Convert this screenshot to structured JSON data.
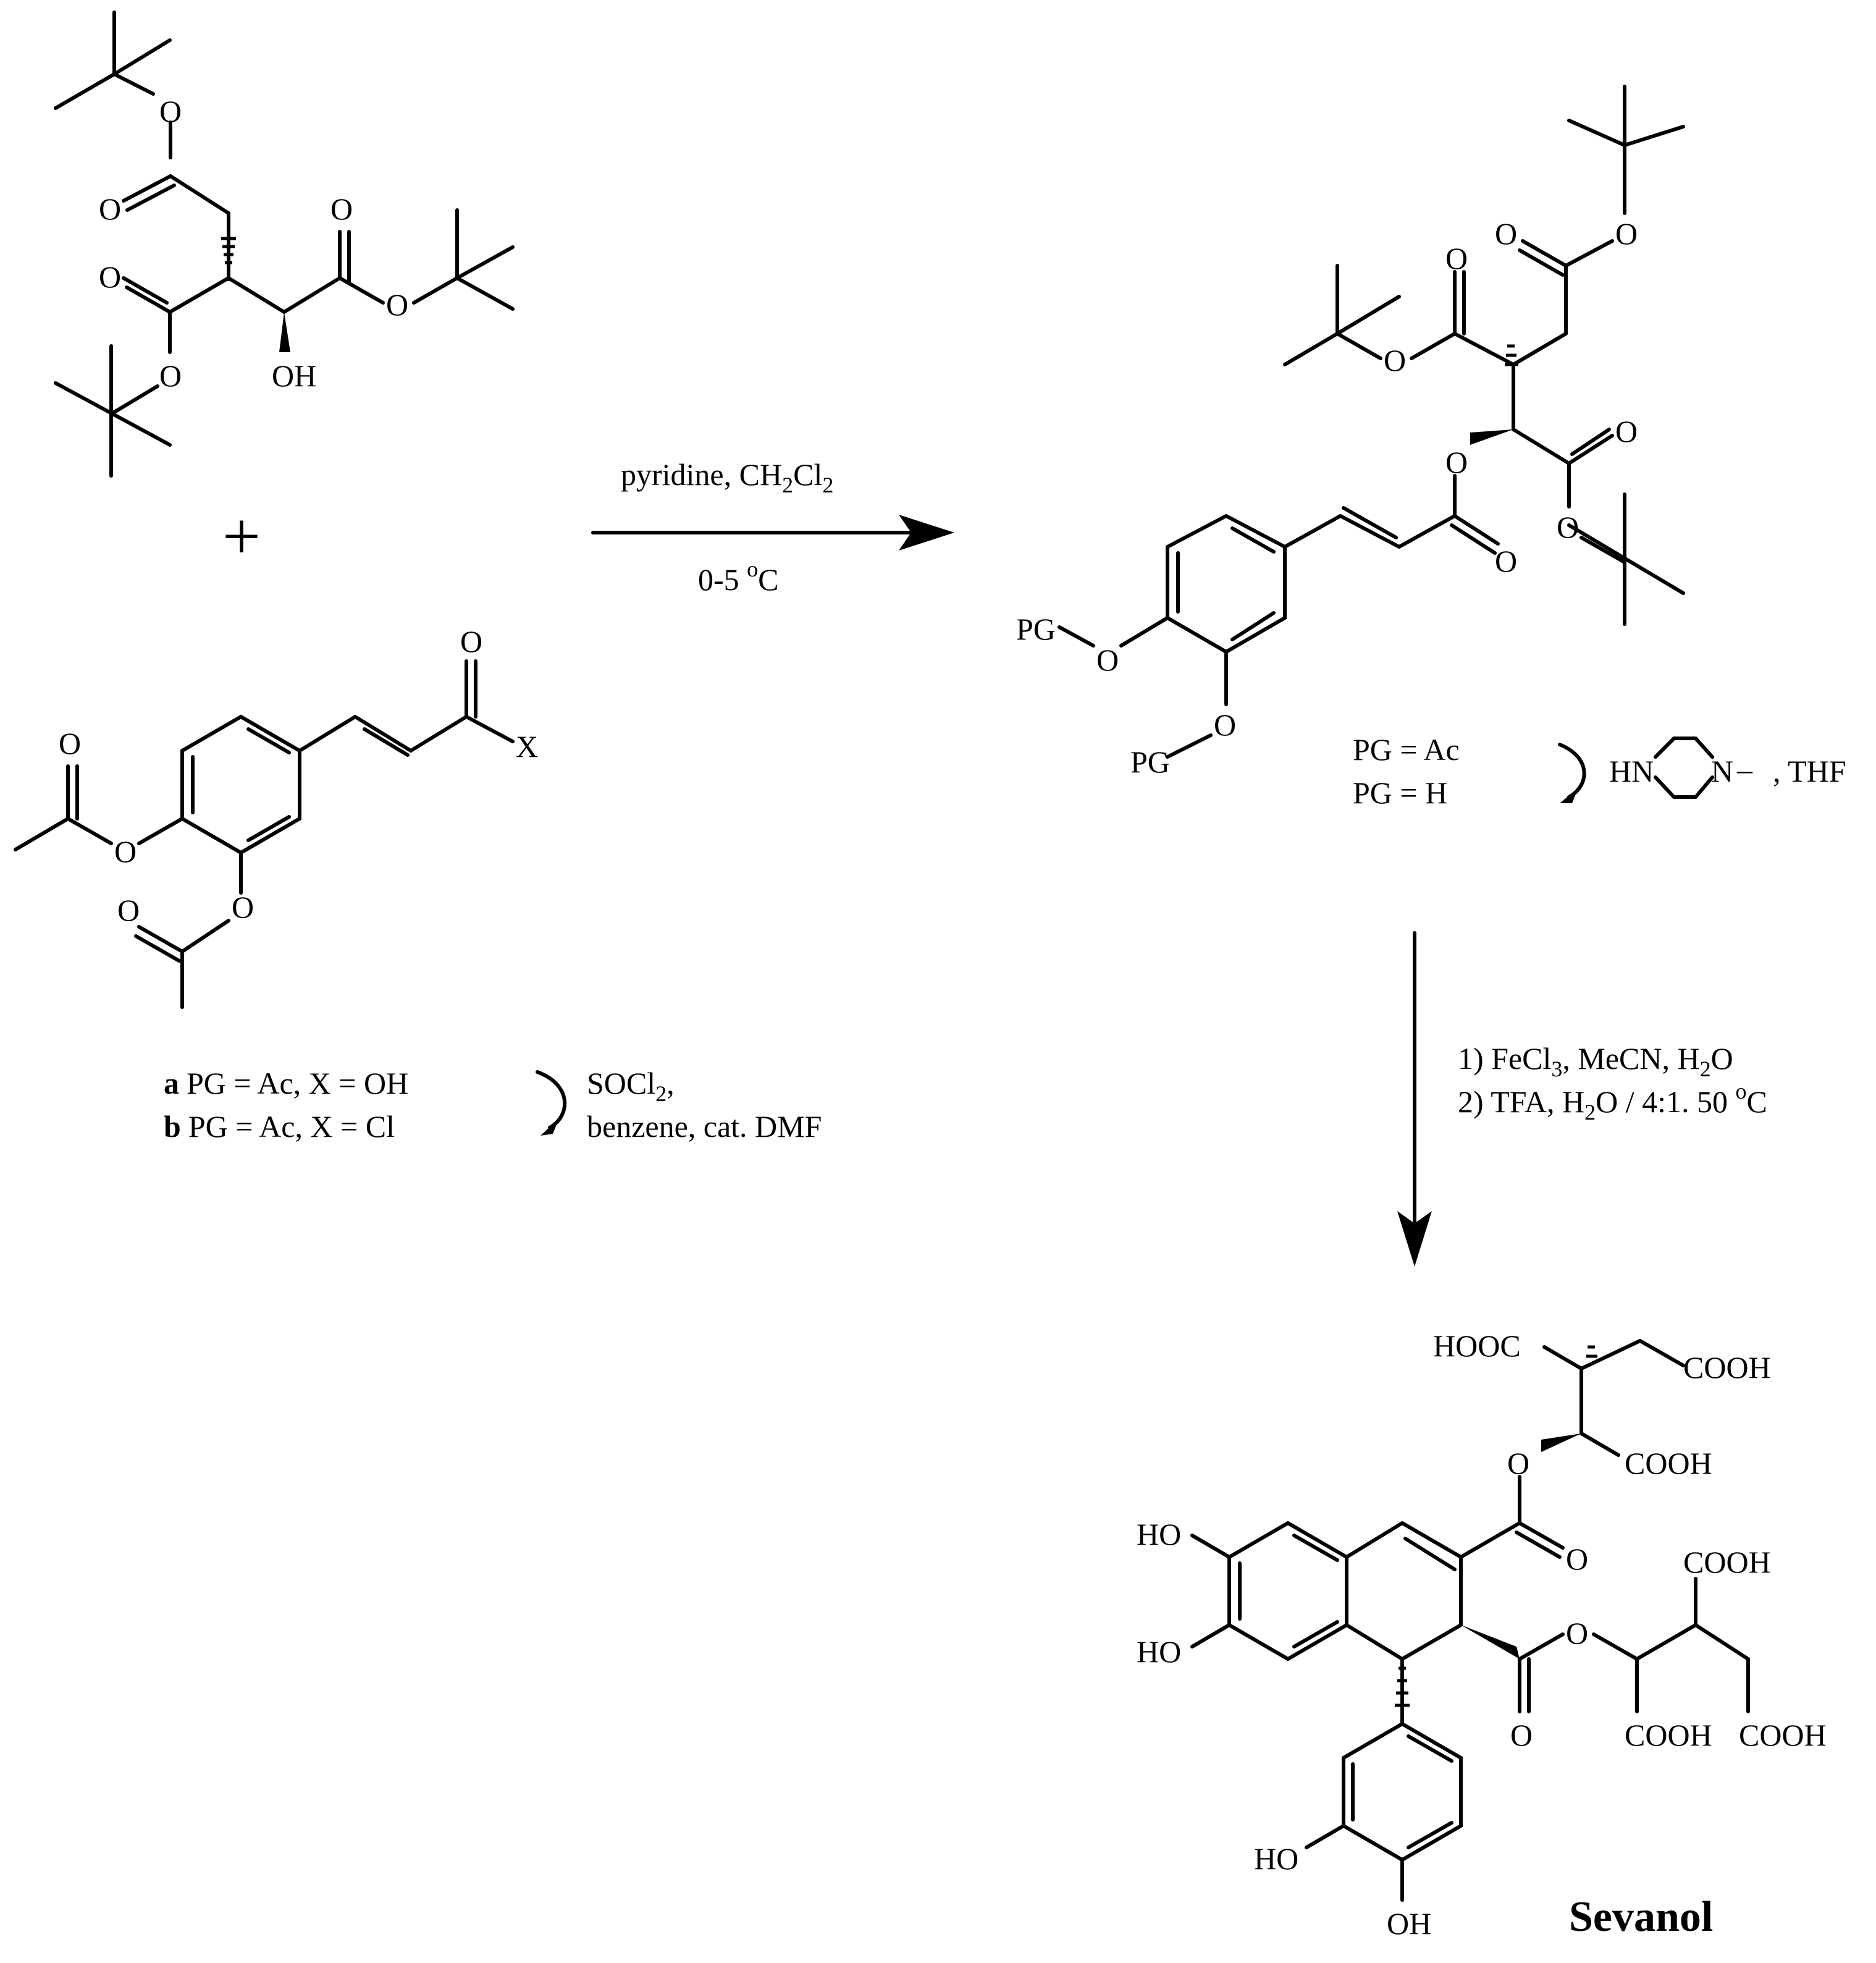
{
  "reactant1": {
    "atoms": [
      "O",
      "O",
      "O",
      "O",
      "O",
      "O",
      "OH"
    ]
  },
  "plus_sign": "+",
  "reactant2": {
    "atoms": [
      "O",
      "X",
      "O",
      "O",
      "O",
      "O"
    ],
    "labels": {
      "a_letter": "a",
      "a_text": "PG = Ac, X = OH",
      "b_letter": "b",
      "b_text": "PG = Ac, X = Cl"
    },
    "reagent": {
      "line1_pre": "SOCl",
      "line1_sub": "2",
      "line1_post": ",",
      "line2": "benzene, cat. DMF"
    }
  },
  "step1": {
    "above_pre": "pyridine, CH",
    "above_sub1": "2",
    "above_mid": "Cl",
    "above_sub2": "2",
    "below_pre": "0-5 ",
    "below_sup": "o",
    "below_post": "C"
  },
  "product1": {
    "atoms": [
      "O",
      "O",
      "O",
      "O",
      "O",
      "O",
      "O",
      "O",
      "O"
    ],
    "pg_left": "PG",
    "pg_label": "PG",
    "o_label": "O",
    "variant1": "PG = Ac",
    "variant2": "PG = H",
    "reagent": {
      "hn": "HN",
      "n": "N",
      "dash": "–",
      "solvent": ", THF"
    }
  },
  "step2": {
    "line1_pre": "1) FeCl",
    "line1_sub": "3",
    "line1_mid": ",  MeCN, H",
    "line1_sub2": "2",
    "line1_post": "O",
    "line2_pre": "2) TFA, H",
    "line2_sub": "2",
    "line2_mid": "O / 4:1. 50 ",
    "line2_sup": "o",
    "line2_post": "C"
  },
  "product2": {
    "hooc": "HOOC",
    "cooh": "COOH",
    "ho": "HO",
    "oh": "OH",
    "o": "O",
    "name": "Sevanol"
  }
}
